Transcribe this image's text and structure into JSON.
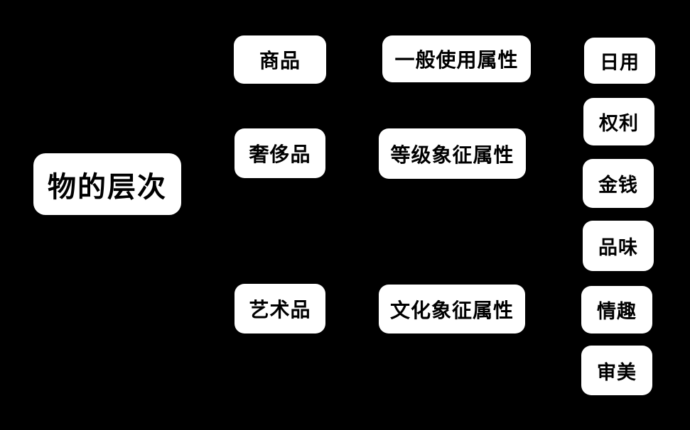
{
  "diagram": {
    "colors": {
      "background": "#000000",
      "node_fill": "#ffffff",
      "node_text": "#000000"
    },
    "root": {
      "label": "物的层次"
    },
    "levels": [
      {
        "label": "商品"
      },
      {
        "label": "奢侈品"
      },
      {
        "label": "艺术品"
      }
    ],
    "attributes": [
      {
        "label": "一般使用属性"
      },
      {
        "label": "等级象征属性"
      },
      {
        "label": "文化象征属性"
      }
    ],
    "values": [
      {
        "label": "日用"
      },
      {
        "label": "权利"
      },
      {
        "label": "金钱"
      },
      {
        "label": "品味"
      },
      {
        "label": "情趣"
      },
      {
        "label": "审美"
      }
    ]
  }
}
